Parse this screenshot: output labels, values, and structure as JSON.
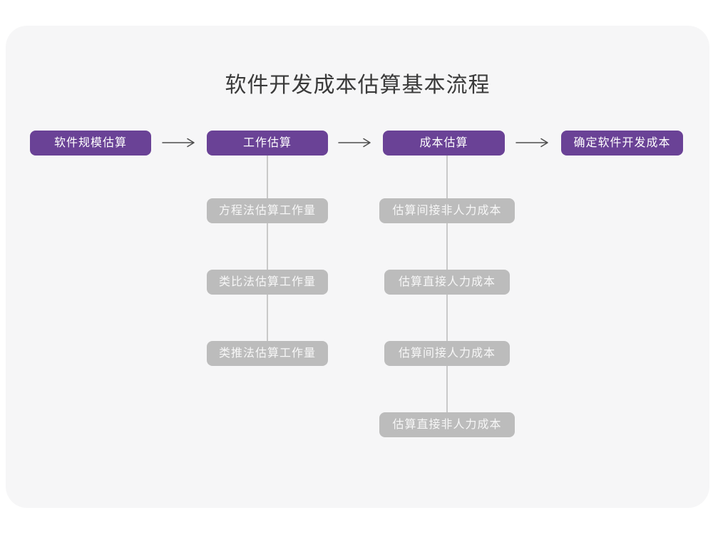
{
  "diagram": {
    "title": "软件开发成本估算基本流程",
    "stages": [
      {
        "label": "软件规模估算",
        "substeps": []
      },
      {
        "label": "工作估算",
        "substeps": [
          "方程法估算工作量",
          "类比法估算工作量",
          "类推法估算工作量"
        ]
      },
      {
        "label": "成本估算",
        "substeps": [
          "估算间接非人力成本",
          "估算直接人力成本",
          "估算间接人力成本",
          "估算直接非人力成本"
        ]
      },
      {
        "label": "确定软件开发成本",
        "substeps": []
      }
    ]
  },
  "colors": {
    "canvas-bg": "#FFFFFF",
    "card-bg": "#F6F6F7",
    "title-text": "#3A3A3A",
    "stage-bg": "#6A4296",
    "stage-text": "#FFFFFF",
    "substep-bg": "#BCBCBC",
    "substep-text": "#F7F7F7",
    "connector": "#C9C9C9",
    "arrow": "#4D4D4D"
  }
}
